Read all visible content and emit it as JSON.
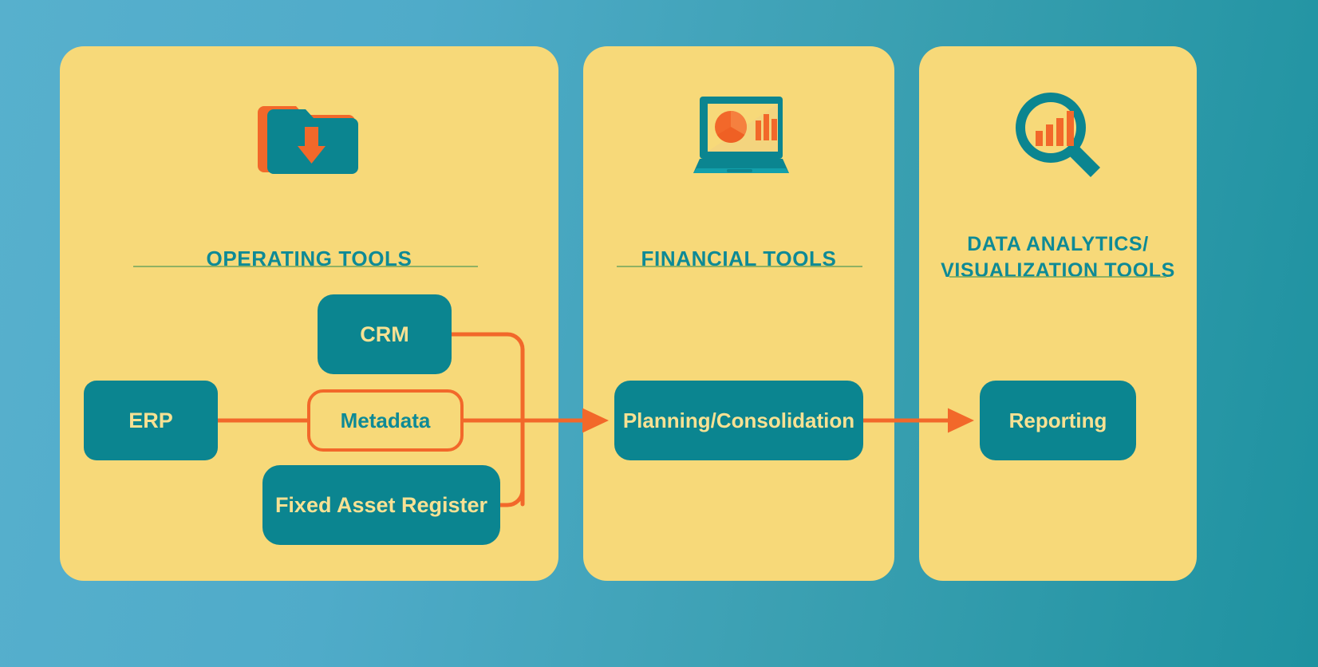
{
  "theme": {
    "background_left": "#57b0cd",
    "background_right": "#1e92a0",
    "panel_fill": "#f7d979",
    "node_fill": "#0b8590",
    "node_text": "#f7e193",
    "accent_orange": "#f2682a",
    "heading_teal": "#0e8a96",
    "rule_green": "#7fa95f"
  },
  "panels": [
    {
      "id": "operating",
      "title": "OPERATING TOOLS",
      "icon": "folder-download-icon"
    },
    {
      "id": "financial",
      "title": "FINANCIAL TOOLS",
      "icon": "laptop-analytics-icon"
    },
    {
      "id": "analytics",
      "title": "DATA ANALYTICS/\nVISUALIZATION TOOLS",
      "icon": "magnifier-bar-chart-icon"
    }
  ],
  "nodes": [
    {
      "id": "erp",
      "label": "ERP",
      "panel": "operating",
      "style": "filled"
    },
    {
      "id": "crm",
      "label": "CRM",
      "panel": "operating",
      "style": "filled"
    },
    {
      "id": "metadata",
      "label": "Metadata",
      "panel": "operating",
      "style": "outlined"
    },
    {
      "id": "fixed_asset_register",
      "label": "Fixed Asset Register",
      "panel": "operating",
      "style": "filled"
    },
    {
      "id": "planning_consolidation",
      "label": "Planning/Consolidation",
      "panel": "financial",
      "style": "filled"
    },
    {
      "id": "reporting",
      "label": "Reporting",
      "panel": "analytics",
      "style": "filled"
    }
  ],
  "connections": [
    {
      "from": "erp",
      "to": "metadata",
      "arrow": false
    },
    {
      "from": "crm",
      "to": "planning_consolidation",
      "arrow": false
    },
    {
      "from": "fixed_asset_register",
      "to": "planning_consolidation",
      "arrow": false
    },
    {
      "from": "metadata",
      "to": "planning_consolidation",
      "arrow": true
    },
    {
      "from": "planning_consolidation",
      "to": "reporting",
      "arrow": true
    }
  ]
}
